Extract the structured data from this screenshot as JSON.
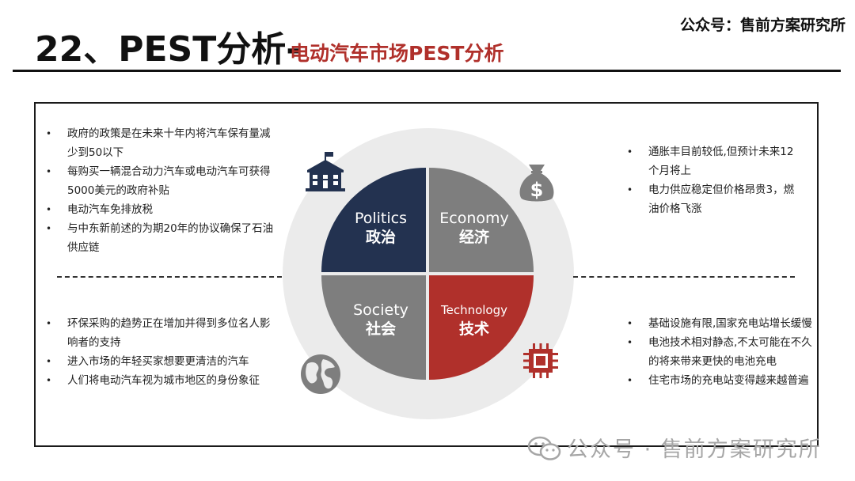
{
  "header": {
    "title": "22、PEST分析-",
    "subtitle": "电动汽车市场PEST分析",
    "account": "公众号：售前方案研究所"
  },
  "quadrants": {
    "politics": {
      "en": "Politics",
      "zh": "政治",
      "color": "#233250"
    },
    "economy": {
      "en": "Economy",
      "zh": "经济",
      "color": "#7e7e7e"
    },
    "society": {
      "en": "Society",
      "zh": "社会",
      "color": "#7e7e7e"
    },
    "technology": {
      "en": "Technology",
      "zh": "技术",
      "color": "#b0302b"
    }
  },
  "lists": {
    "politics": [
      "政府的政策是在未来十年内将汽车保有量减少到50以下",
      "每购买一辆混合动力汽车或电动汽车可获得5000美元的政府补贴",
      "电动汽车免排放税",
      "与中东新前述的为期20年的协议确保了石油供应链"
    ],
    "economy": [
      "通胀丰目前较低,但预计未来12个月将上",
      "电力供应稳定但价格昂贵3，燃油价格飞涨"
    ],
    "society": [
      "环保采购的趋势正在增加并得到多位名人影响者的支持",
      "进入市场的年轻买家想要更清洁的汽车",
      "人们将电动汽车视为城市地区的身份象征"
    ],
    "technology": [
      "基础设施有限,国家充电站增长缓慢",
      "电池技术相对静态,不太可能在不久的将来带来更快的电池充电",
      "住宅市场的充电站变得越来越普遍"
    ]
  },
  "icons": {
    "politics": "government-building-icon",
    "economy": "money-bag-icon",
    "society": "globe-icon",
    "technology": "chip-icon"
  },
  "watermark": "公众号 · 售前方案研究所"
}
